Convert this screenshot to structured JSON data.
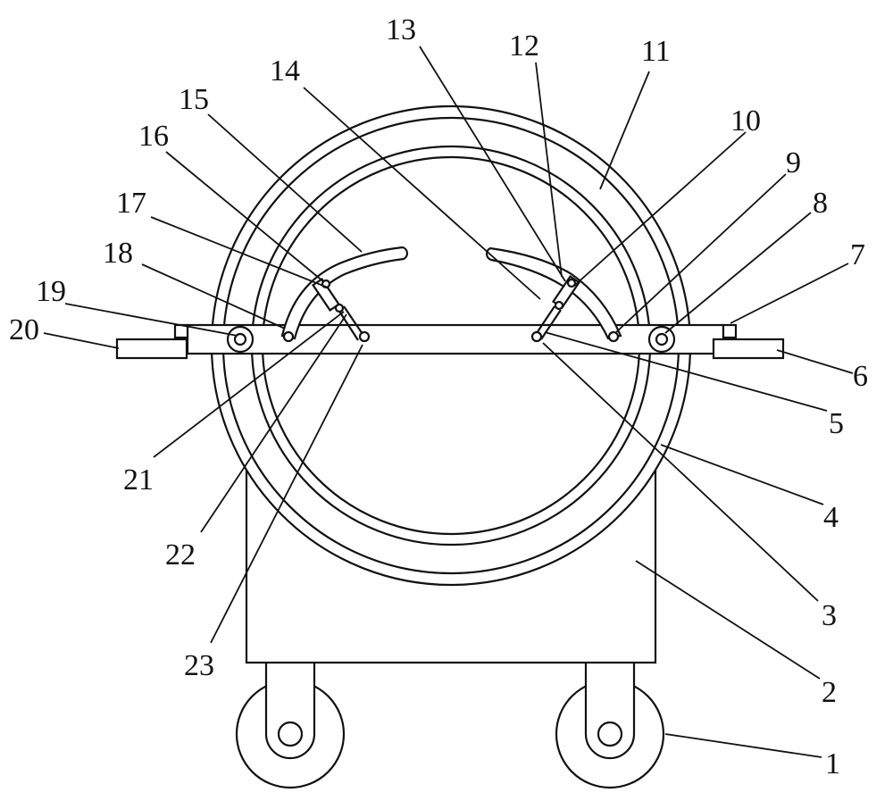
{
  "figure": {
    "labels": [
      "1",
      "2",
      "3",
      "4",
      "5",
      "6",
      "7",
      "8",
      "9",
      "10",
      "11",
      "12",
      "13",
      "14",
      "15",
      "16",
      "17",
      "18",
      "19",
      "20",
      "21",
      "22",
      "23"
    ]
  }
}
